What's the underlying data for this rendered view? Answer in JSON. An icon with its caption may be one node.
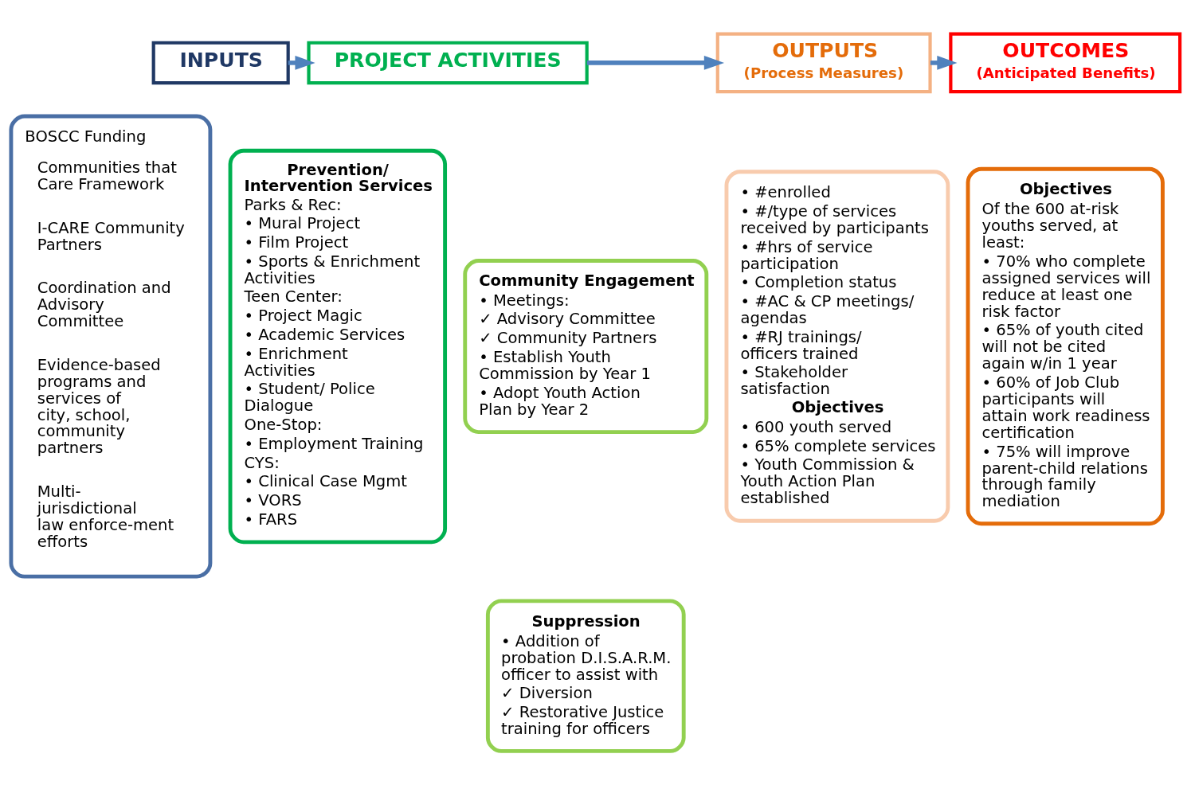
{
  "diagram": {
    "nodes": [
      {
        "text": [
          "INPUTS"
        ]
      },
      {
        "text": [
          "PROJECT ACTIVITIES"
        ]
      },
      {
        "text": [
          "OUTPUTS",
          "(Process Measures)"
        ]
      },
      {
        "text": [
          "OUTCOMES",
          "(Anticipated Benefits)"
        ]
      },
      {
        "text": [
          "BOSCC Funding",
          "Communities that Care Framework",
          "I-CARE Community Partners",
          "Coordination and Advisory Committee",
          "Evidence-based programs and services of city, school, community partners",
          "Multi-jurisdictional law enforce-ment efforts"
        ]
      },
      {
        "text": [
          "Prevention/ Intervention Services",
          "Parks & Rec:",
          "• Mural Project",
          "• Film Project",
          "• Sports & Enrichment Activities",
          "Teen Center:",
          "• Project Magic",
          "• Academic Services",
          "• Enrichment Activities",
          "• Student/ Police Dialogue",
          "One-Stop:",
          "• Employment Training",
          "CYS:",
          "• Clinical Case Mgmt",
          "• VORS",
          "• FARS"
        ]
      },
      {
        "text": [
          "Community Engagement",
          "• Meetings:",
          "✓ Advisory Committee",
          "✓ Community Partners",
          "• Establish Youth Commission by Year 1",
          "• Adopt Youth Action Plan by Year 2"
        ]
      },
      {
        "text": [
          "Suppression",
          "• Addition of probation D.I.S.A.R.M. officer to assist with",
          "✓ Diversion",
          "✓ Restorative Justice training for officers"
        ]
      },
      {
        "text": [
          "• #enrolled",
          "• #/type of services received by participants",
          "• #hrs of service participation",
          "• Completion status",
          "• #AC & CP meetings/ agendas",
          "• #RJ trainings/ officers trained",
          "• Stakeholder satisfaction",
          "Objectives",
          "• 600 youth served",
          "• 65% complete services",
          "• Youth Commission & Youth Action Plan established"
        ]
      },
      {
        "text": [
          "Objectives",
          "Of the 600 at-risk youths served, at least:",
          "• 70% who complete assigned services will reduce at least one risk factor",
          "• 65% of youth cited will not be cited again w/in 1 year",
          "• 60% of Job Club participants will attain work readiness certification",
          "• 75% will improve parent-child relations through family mediation"
        ]
      }
    ],
    "edges": [
      {
        "from": 0,
        "to": 1,
        "arrow": "to"
      },
      {
        "from": 1,
        "to": 2,
        "arrow": "to"
      },
      {
        "from": 2,
        "to": 3,
        "arrow": "to"
      }
    ]
  }
}
